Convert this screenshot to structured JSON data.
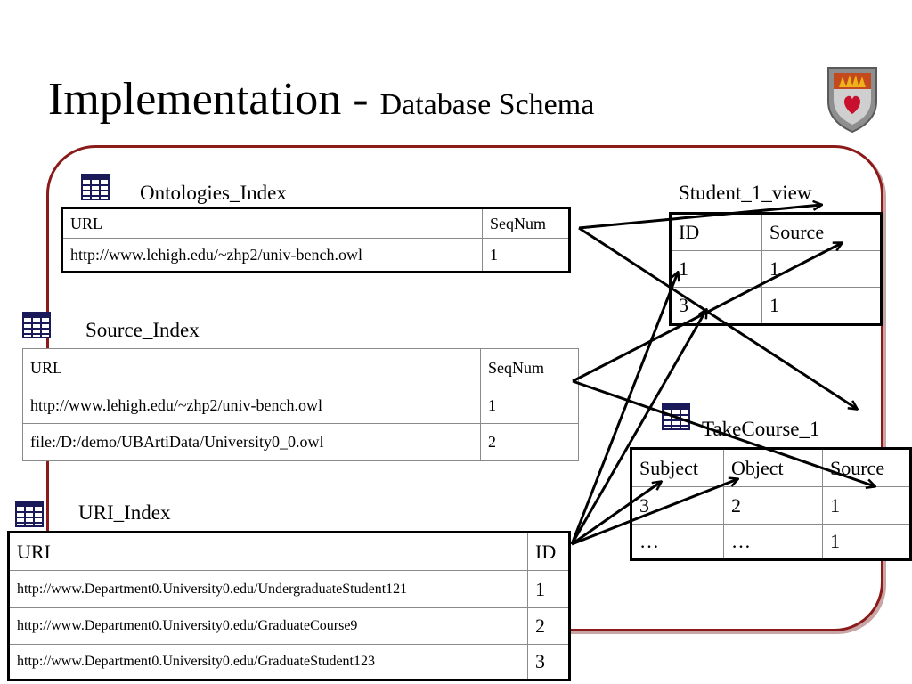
{
  "slide": {
    "title_main": "Implementation - ",
    "title_sub": "Database Schema"
  },
  "ontologies_index": {
    "label": "Ontologies_Index",
    "headers": [
      "URL",
      "SeqNum"
    ],
    "rows": [
      [
        "http://www.lehigh.edu/~zhp2/univ-bench.owl",
        "1"
      ]
    ]
  },
  "source_index": {
    "label": "Source_Index",
    "headers": [
      "URL",
      "SeqNum"
    ],
    "rows": [
      [
        "http://www.lehigh.edu/~zhp2/univ-bench.owl",
        "1"
      ],
      [
        "file:/D:/demo/UBArtiData/University0_0.owl",
        "2"
      ]
    ]
  },
  "uri_index": {
    "label": "URI_Index",
    "headers": [
      "URI",
      "ID"
    ],
    "rows": [
      [
        "http://www.Department0.University0.edu/UndergraduateStudent121",
        "1"
      ],
      [
        "http://www.Department0.University0.edu/GraduateCourse9",
        "2"
      ],
      [
        "http://www.Department0.University0.edu/GraduateStudent123",
        "3"
      ]
    ]
  },
  "student_view": {
    "label": "Student_1_view",
    "headers": [
      "ID",
      "Source"
    ],
    "rows": [
      [
        "1",
        "1"
      ],
      [
        "3",
        "1"
      ]
    ]
  },
  "take_course": {
    "label": "TakeCourse_1",
    "headers": [
      "Subject",
      "Object",
      "Source"
    ],
    "rows": [
      [
        "3",
        "2",
        "1"
      ],
      [
        "…",
        "…",
        "1"
      ]
    ]
  },
  "colors": {
    "frame": "#8b1a1a",
    "arrow": "#000000"
  },
  "icons": [
    "table-icon",
    "university-crest-logo"
  ]
}
